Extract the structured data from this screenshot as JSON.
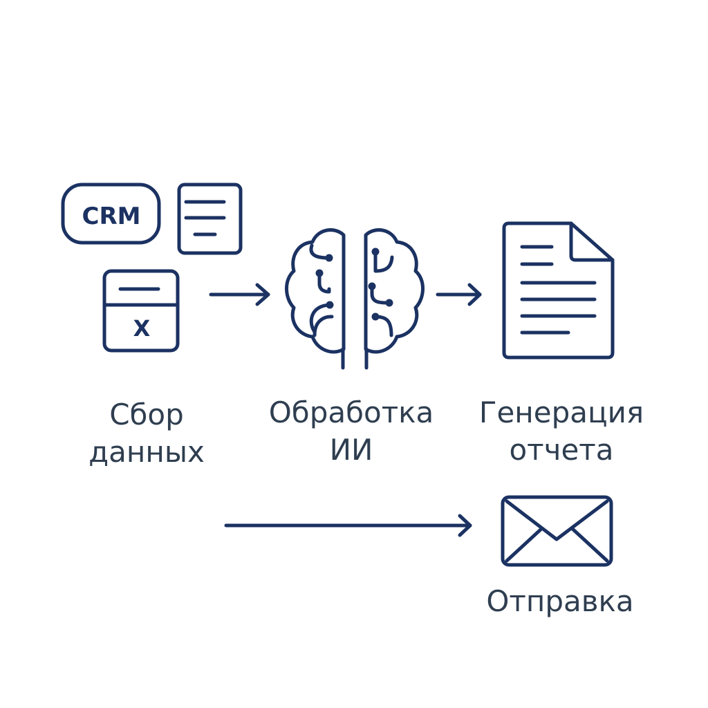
{
  "colors": {
    "stroke": "#1b3262",
    "text": "#2f3e50"
  },
  "sources": {
    "crm_label": "CRM",
    "excel_label": "X"
  },
  "steps": [
    {
      "id": "collect",
      "line1": "Сбор",
      "line2": "данных",
      "icon": "data-sources-icon"
    },
    {
      "id": "process",
      "line1": "Обработка",
      "line2": "ИИ",
      "icon": "brain-icon"
    },
    {
      "id": "generate",
      "line1": "Генерация",
      "line2": "отчета",
      "icon": "document-icon"
    },
    {
      "id": "send",
      "line1": "Отправка",
      "icon": "envelope-icon"
    }
  ]
}
